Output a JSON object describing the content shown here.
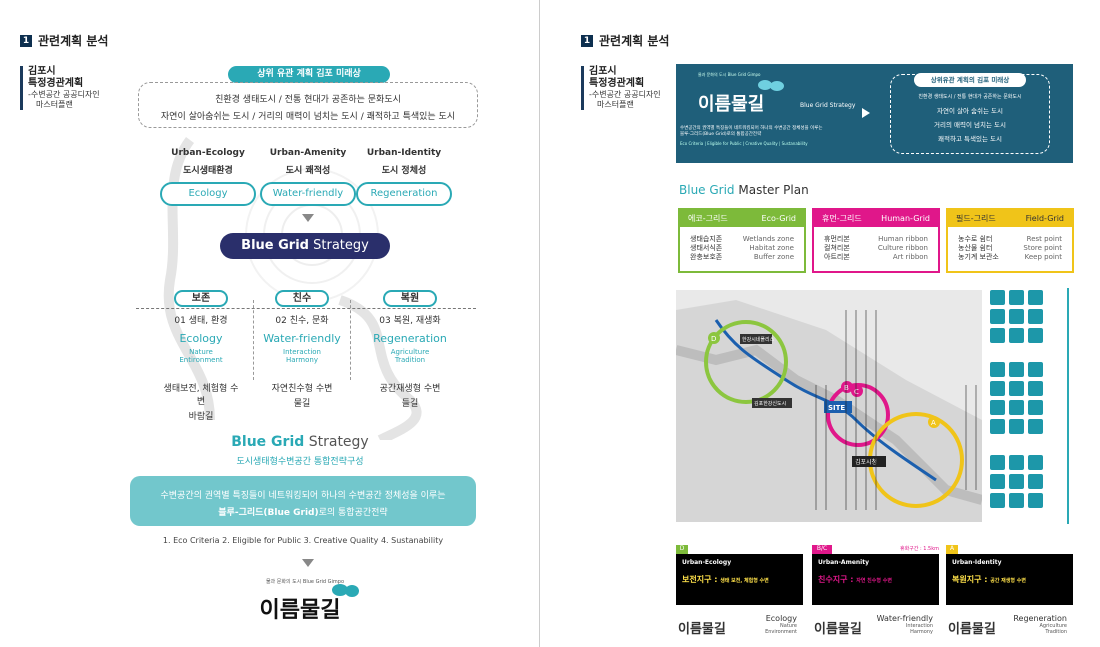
{
  "section_title": "관련계획 분석",
  "section_num": "1",
  "left": {
    "side_label": {
      "line1": "김포시",
      "line2": "특정경관계획",
      "line3": "-수변공간 공공디자인",
      "line4": "마스터플랜"
    },
    "top_pill": "상위 유관 계획 김포 미래상",
    "vision_line1": "친환경 생태도시 / 전통 현대가 공존하는 문화도시",
    "vision_line2": "자연이 살아숨쉬는 도시 / 거리의 매력이 넘치는 도시 / 쾌적하고 특색있는 도시",
    "urban_cols": [
      {
        "en": "Urban-Ecology",
        "kr": "도시생태환경",
        "pill": "Ecology"
      },
      {
        "en": "Urban-Amenity",
        "kr": "도시 쾌적성",
        "pill": "Water-friendly"
      },
      {
        "en": "Urban-Identity",
        "kr": "도시 정체성",
        "pill": "Regeneration"
      }
    ],
    "blue_grid_bold": "Blue Grid",
    "blue_grid_light": "Strategy",
    "zones": [
      {
        "tag": "보존",
        "title": "01 생태, 환경",
        "en": "Ecology",
        "sub1": "Nature",
        "sub2": "Entironment",
        "desc1": "생태보전, 체험형 수변",
        "desc2": "바람길"
      },
      {
        "tag": "친수",
        "title": "02 친수, 문화",
        "en": "Water-friendly",
        "sub1": "Interaction",
        "sub2": "Harmony",
        "desc1": "자연친수형 수변",
        "desc2": "물길"
      },
      {
        "tag": "복원",
        "title": "03 복원, 재생화",
        "en": "Regeneration",
        "sub1": "Agriculture",
        "sub2": "Tradition",
        "desc1": "공간재생형 수변",
        "desc2": "들길"
      }
    ],
    "strategy_bold": "Blue Grid",
    "strategy_light": "Strategy",
    "strategy_sub": "도시생태형수변공간 통합전략구성",
    "teal_box_line1": "수변공간의 권역별 특징들이 네트워킹되어 하나의 수변공간 정체성을 이루는",
    "teal_box_line2_bold": "블루-그리드(Blue Grid)",
    "teal_box_line2_rest": "로의 통합공간전략",
    "criteria": "1. Eco Criteria  2. Eligible for Public  3. Creative Quality  4. Sustanability",
    "logo_small": "물과 문화의 도시 Blue Grid Gimpo",
    "logo_text": "이름물길"
  },
  "right": {
    "side_label": {
      "line1": "김포시",
      "line2": "특정경관계획",
      "line3": "-수변공간 공공디자인",
      "line4": "마스터플랜"
    },
    "banner": {
      "logo_small": "물과 문화의 도시 Blue Grid Gimpo",
      "logo": "이름물길",
      "strategy": "Blue Grid Strategy",
      "desc1": "수변공간의 권역별 특징들이 네트워킹되어 하나의 수변공간 정체성을 이루는",
      "desc2": "블루-그리드(Blue Grid)로의 통합공간전략",
      "criteria": "Eco Criteria | Eligible for Public | Creative Quality | Sustanability",
      "box_title": "상위유관 계획의 김포 미래상",
      "box_lines": [
        "친환경 생태도시 / 전통 현대가 공존하는 문화도시",
        "자연이 살아 숨쉬는 도시",
        "거리의 매력이 넘치는 도시",
        "쾌적하고 특색있는 도시"
      ]
    },
    "master_plan_bold": "Blue Grid",
    "master_plan_rest": " Master Plan",
    "grids": [
      {
        "kr": "에코-그리드",
        "en": "Eco-Grid",
        "color": "#7dba3a",
        "left": [
          "생태습지존",
          "생태서식존",
          "완충보호존"
        ],
        "right": [
          "Wetlands zone",
          "Habitat zone",
          "Buffer zone"
        ]
      },
      {
        "kr": "휴먼-그리드",
        "en": "Human-Grid",
        "color": "#e0178a",
        "left": [
          "휴먼리본",
          "컬쳐리본",
          "아트리본"
        ],
        "right": [
          "Human ribbon",
          "Culture ribbon",
          "Art ribbon"
        ]
      },
      {
        "kr": "필드-그리드",
        "en": "Field-Grid",
        "color": "#f0c419",
        "left": [
          "농수로 쉼터",
          "농산물 쉼터",
          "농기계 보관소"
        ],
        "right": [
          "Rest point",
          "Store point",
          "Keep point"
        ]
      }
    ],
    "map_labels": {
      "site": "SITE",
      "center": "김포시청",
      "a": "A",
      "d": "D",
      "b": "B",
      "c": "C",
      "label1": "한강시네폴리스",
      "label2": "김포한강신도시"
    },
    "cards": [
      {
        "tag": "D",
        "tag_color": "#7dba3a",
        "en": "Urban-Ecology",
        "kr": "보전지구",
        "desc": "생태 보전, 체험형 수변",
        "color": "#ffe14a",
        "grid": "Ecology",
        "sub1": "Nature",
        "sub2": "Environment"
      },
      {
        "tag": "B/C",
        "tag_color": "#e0178a",
        "extra": "휴화구간 : 1.5km",
        "en": "Urban-Amenity",
        "kr": "친수지구",
        "desc": "자연 친수형 수변",
        "color": "#e0178a",
        "grid": "Water-friendly",
        "sub1": "Interaction",
        "sub2": "Harmony"
      },
      {
        "tag": "A",
        "tag_color": "#f0c419",
        "en": "Urban-Identity",
        "kr": "복원지구",
        "desc": "공간 재생형 수변",
        "color": "#ffe14a",
        "grid": "Regeneration",
        "sub1": "Agriculture",
        "sub2": "Tradition"
      }
    ],
    "card_logo": "이름물길"
  }
}
